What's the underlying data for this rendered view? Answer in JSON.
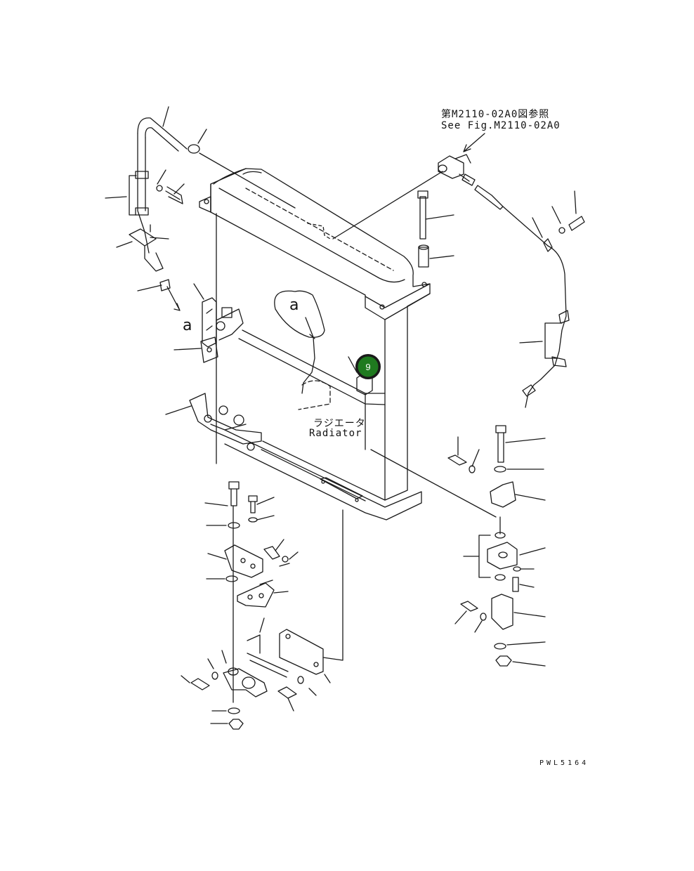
{
  "diagram": {
    "reference_note": {
      "japanese": "第M2110-02A0図参照",
      "english": "See Fig.M2110-02A0"
    },
    "part_label": {
      "japanese": "ラジエータ",
      "english": "Radiator"
    },
    "detail_marker": "a",
    "highlighted_callout": {
      "number": "9",
      "color": "#1f7a1f"
    },
    "drawing_code": "PWL5164",
    "line_color": "#1a1a1a"
  }
}
